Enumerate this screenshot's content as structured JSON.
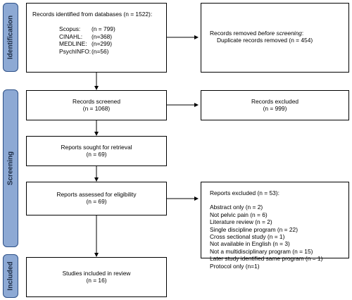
{
  "phases": {
    "identification": "Identification",
    "screening": "Screening",
    "included": "Included"
  },
  "identified": {
    "title": "Records identified from databases (n = 1522):",
    "databases": [
      {
        "name": "Scopus:",
        "count": "(n = 799)"
      },
      {
        "name": "CINAHL:",
        "count": "(n=368)"
      },
      {
        "name": "MEDLINE:",
        "count": "(n=299)"
      },
      {
        "name": "PsychINFO:",
        "count": "(n=56)"
      }
    ]
  },
  "removed": {
    "prefix": "Records removed ",
    "emph": "before screening",
    "suffix": ":",
    "detail": "Duplicate records removed (n = 454)"
  },
  "screened": {
    "title": "Records screened",
    "count": "(n = 1068)"
  },
  "excluded": {
    "title": "Records excluded",
    "count": "(n = 999)"
  },
  "sought": {
    "title": "Reports sought for retrieval",
    "count": "(n = 69)"
  },
  "assessed": {
    "title": "Reports assessed for eligibility",
    "count": "(n = 69)"
  },
  "reports_excluded": {
    "title": "Reports excluded (n = 53):",
    "reasons": [
      "Abstract only (n = 2)",
      "Not pelvic pain (n = 6)",
      "Literature review (n = 2)",
      "Single discipline program (n = 22)",
      "Cross sectional study (n = 1)",
      "Not available in English (n = 3)",
      "Not a multidisciplinary program (n = 15)",
      "Later study identified same program (n = 1)",
      "Protocol only (n=1)"
    ]
  },
  "included": {
    "title": "Studies included in review",
    "count": "(n = 16)"
  }
}
